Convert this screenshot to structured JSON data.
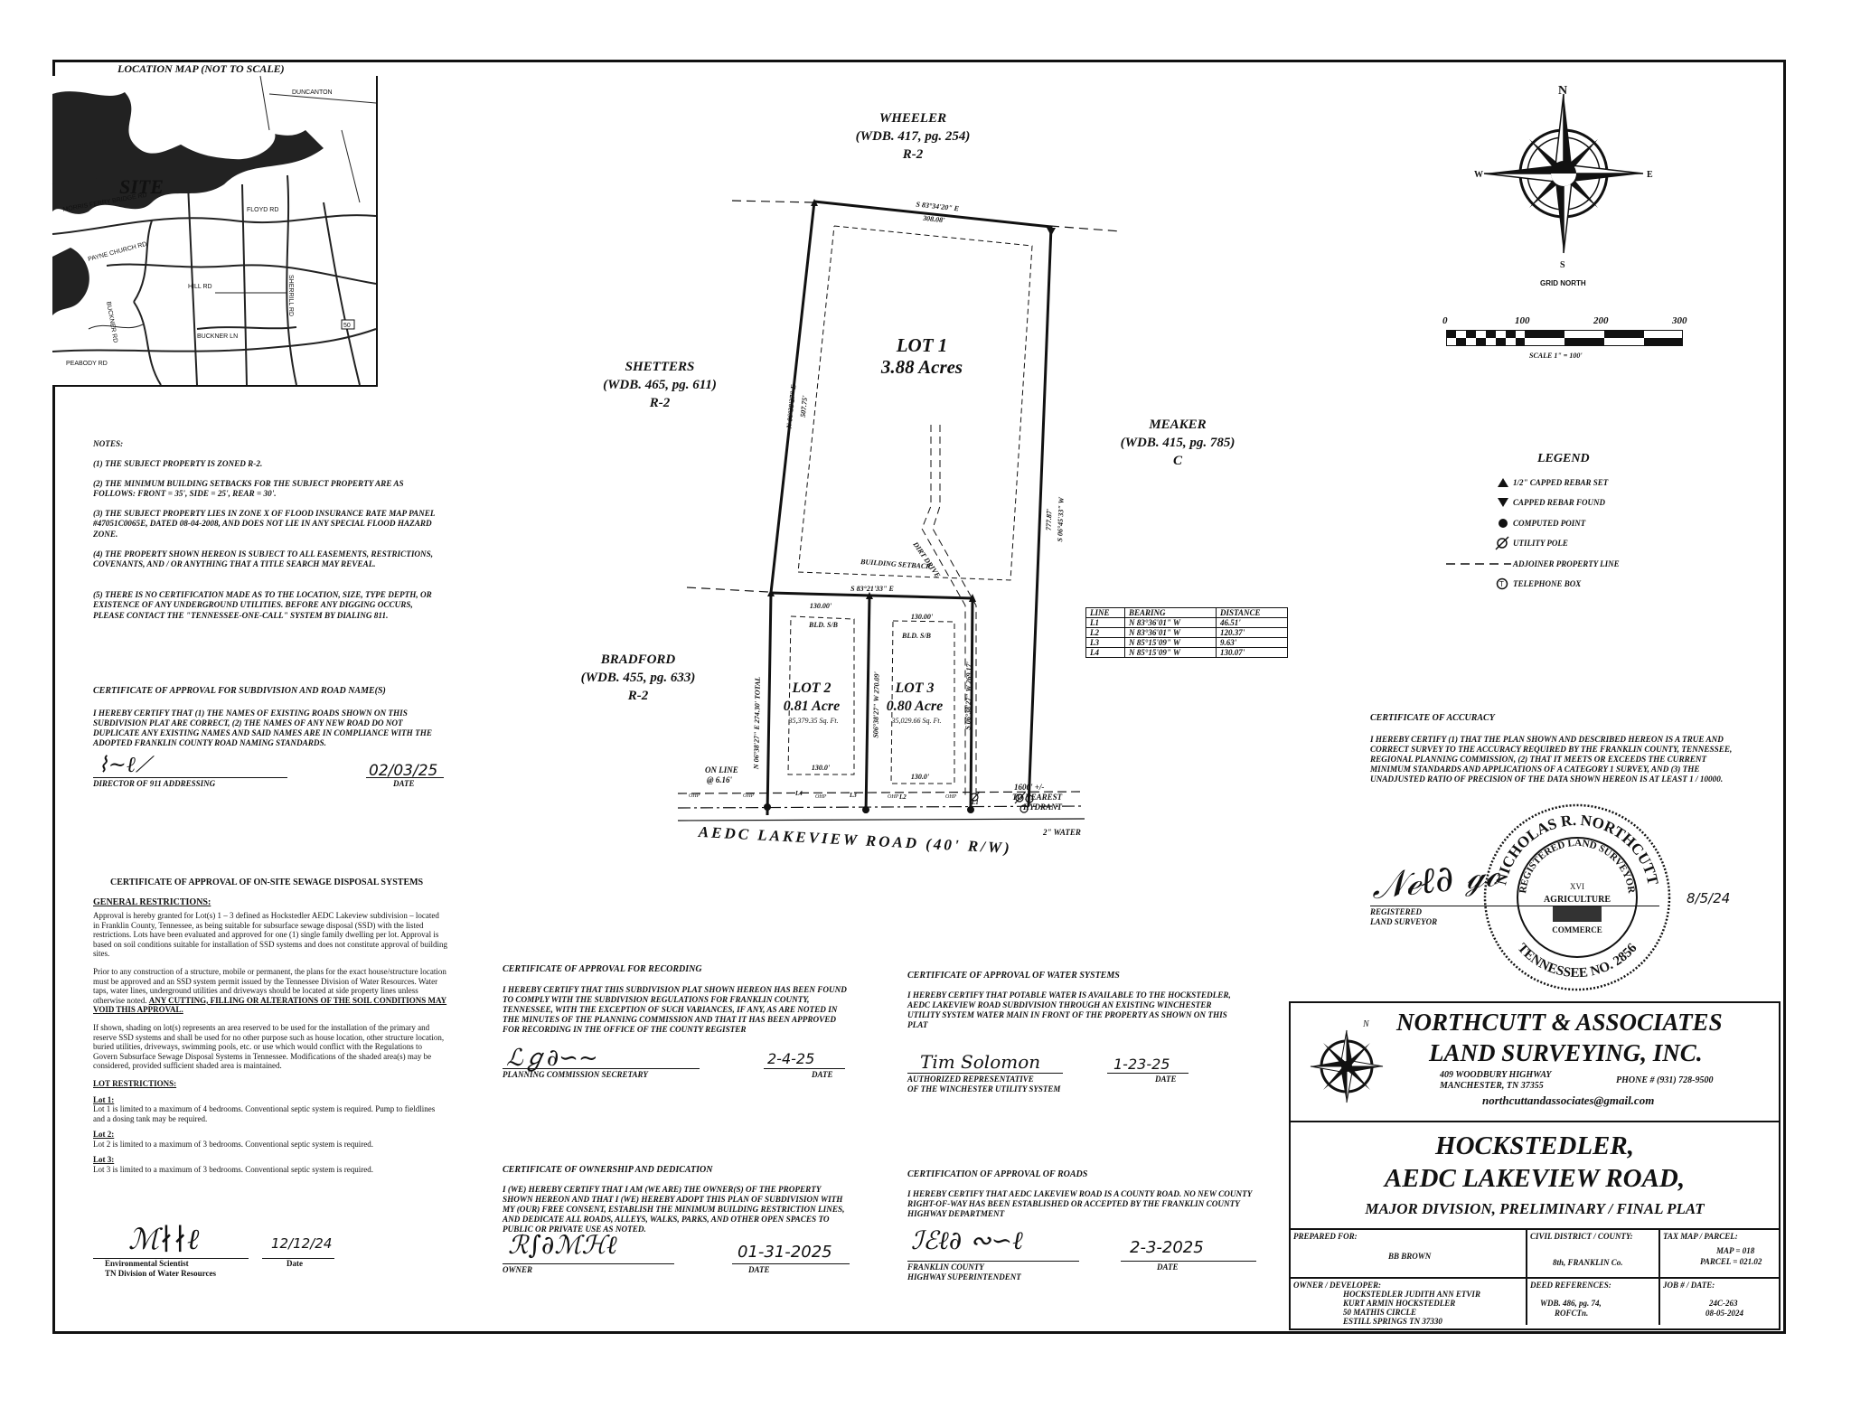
{
  "location_map": {
    "title": "LOCATION MAP (NOT TO SCALE)",
    "site_label": "SITE",
    "roads": [
      "DUNCANTON",
      "MORRIS FERRY BRIDGE RD",
      "FLOYD RD",
      "PAYNE CHURCH RD",
      "HILL RD",
      "BUCKNER LN",
      "PEABODY RD",
      "SHERRILL RD",
      "BUCKNER RD",
      "50"
    ]
  },
  "notes": {
    "heading": "NOTES:",
    "items": [
      "(1)  THE SUBJECT PROPERTY IS ZONED R-2.",
      "(2)  THE MINIMUM BUILDING SETBACKS FOR THE SUBJECT PROPERTY ARE AS FOLLOWS:  FRONT = 35', SIDE = 25', REAR = 30'.",
      "(3)  THE SUBJECT PROPERTY LIES IN ZONE X OF FLOOD INSURANCE RATE MAP PANEL #47051C0065E, DATED 08-04-2008, AND DOES NOT LIE IN ANY SPECIAL FLOOD HAZARD ZONE.",
      "(4)  THE PROPERTY SHOWN HEREON IS SUBJECT TO ALL EASEMENTS, RESTRICTIONS, COVENANTS, AND / OR ANYTHING THAT A TITLE SEARCH MAY REVEAL.",
      "(5)  THERE IS NO CERTIFICATION MADE AS TO THE LOCATION, SIZE, TYPE DEPTH, OR EXISTENCE OF ANY UNDERGROUND UTILITIES.  BEFORE ANY DIGGING OCCURS, PLEASE CONTACT THE \"TENNESSEE-ONE-CALL\" SYSTEM BY DIALING 811."
    ]
  },
  "cert_road_names": {
    "title": "CERTIFICATE OF APPROVAL FOR SUBDIVISION AND ROAD NAME(S)",
    "body": "I HEREBY CERTIFY THAT (1) THE NAMES OF EXISTING ROADS SHOWN ON THIS SUBDIVISION PLAT ARE CORRECT, (2) THE NAMES OF ANY NEW ROAD DO NOT DUPLICATE ANY EXISTING NAMES AND SAID NAMES ARE IN COMPLIANCE WITH THE ADOPTED FRANKLIN COUNTY ROAD NAMING STANDARDS.",
    "date_value": "02/03/25",
    "sig_label": "DIRECTOR OF 911 ADDRESSING",
    "date_label": "DATE"
  },
  "cert_sewage": {
    "title": "CERTIFICATE OF APPROVAL OF ON-SITE SEWAGE DISPOSAL SYSTEMS",
    "general_heading": "GENERAL RESTRICTIONS:",
    "p1": "Approval is hereby granted for Lot(s) 1 – 3 defined as Hockstedler AEDC Lakeview subdivision – located in Franklin County, Tennessee, as being suitable for subsurface sewage disposal (SSD) with the listed restrictions. Lots have been evaluated and approved for one (1) single family dwelling per lot. Approval is based on soil conditions suitable for installation of SSD systems and does not constitute approval of building sites.",
    "p2a": "Prior to any construction of a structure, mobile or permanent, the plans for the exact house/structure location must be approved and an SSD system permit issued by the Tennessee Division of Water Resources. Water taps, water lines, underground utilities and driveways should be located at side property lines unless otherwise noted.",
    "p2b": "ANY CUTTING, FILLING OR ALTERATIONS OF THE SOIL CONDITIONS MAY VOID THIS APPROVAL.",
    "p3": "If shown, shading on lot(s) represents an area reserved to be used for the installation of the primary and reserve SSD systems and shall be used for no other purpose such as house location, other structure location, buried utilities, driveways, swimming pools, etc. or use which would conflict with the Regulations to Govern Subsurface Sewage Disposal Systems in Tennessee. Modifications of the shaded area(s) may be considered, provided sufficient shaded area is maintained.",
    "lot_heading": "LOT RESTRICTIONS:",
    "lots": [
      {
        "name": "Lot 1:",
        "text": "Lot 1 is limited to a maximum of 4 bedrooms. Conventional septic system is required.  Pump to fieldlines and a dosing tank may be required."
      },
      {
        "name": "Lot 2:",
        "text": "Lot 2 is limited to a maximum of 3 bedrooms. Conventional septic system is required."
      },
      {
        "name": "Lot 3:",
        "text": "Lot 3 is limited to a maximum of 3 bedrooms. Conventional septic system is required."
      }
    ],
    "date_value": "12/12/24",
    "sig_label": "Environmental Scientist",
    "sig_label2": "TN Division of Water Resources",
    "date_label": "Date"
  },
  "cert_recording": {
    "title": "CERTIFICATE OF APPROVAL FOR RECORDING",
    "body": "I HEREBY CERTIFY THAT THIS SUBDIVISION PLAT SHOWN HEREON HAS BEEN FOUND TO COMPLY WITH THE SUBDIVISION REGULATIONS FOR FRANKLIN COUNTY, TENNESSEE, WITH THE EXCEPTION OF SUCH VARIANCES, IF ANY, AS ARE NOTED IN THE MINUTES OF THE PLANNING COMMISSION AND THAT IT HAS BEEN APPROVED FOR RECORDING IN THE OFFICE OF THE COUNTY REGISTER",
    "date_value": "2-4-25",
    "sig_label": "PLANNING COMMISSION SECRETARY",
    "date_label": "DATE"
  },
  "cert_water": {
    "title": "CERTIFICATE OF APPROVAL OF WATER SYSTEMS",
    "body": "I HEREBY CERTIFY THAT POTABLE WATER IS AVAILABLE TO THE HOCKSTEDLER, AEDC LAKEVIEW ROAD SUBDIVISION THROUGH AN EXISTING WINCHESTER UTILITY SYSTEM WATER MAIN IN FRONT OF THE PROPERTY AS SHOWN ON THIS PLAT",
    "sig_text": "Tim Solomon",
    "date_value": "1-23-25",
    "sig_label": "AUTHORIZED REPRESENTATIVE",
    "sig_label2": "OF THE WINCHESTER UTILITY SYSTEM",
    "date_label": "DATE"
  },
  "cert_ownership": {
    "title": "CERTIFICATE OF OWNERSHIP AND DEDICATION",
    "body": "I (WE) HEREBY CERTIFY THAT I AM (WE ARE) THE OWNER(S) OF THE PROPERTY SHOWN HEREON AND THAT I (WE) HEREBY ADOPT THIS PLAN OF SUBDIVISION WITH MY (OUR) FREE CONSENT, ESTABLISH THE MINIMUM BUILDING RESTRICTION LINES, AND DEDICATE ALL ROADS, ALLEYS, WALKS, PARKS, AND OTHER OPEN SPACES TO PUBLIC OR PRIVATE USE AS NOTED.",
    "date_value": "01-31-2025",
    "sig_label": "OWNER",
    "date_label": "DATE"
  },
  "cert_roads": {
    "title": "CERTIFICATION OF APPROVAL OF ROADS",
    "body": "I HEREBY CERTIFY THAT AEDC LAKEVIEW ROAD IS A COUNTY ROAD. NO NEW COUNTY RIGHT-OF-WAY HAS BEEN ESTABLISHED OR ACCEPTED BY THE FRANKLIN COUNTY HIGHWAY DEPARTMENT",
    "date_value": "2-3-2025",
    "sig_label": "FRANKLIN COUNTY",
    "sig_label2": "HIGHWAY SUPERINTENDENT",
    "date_label": "DATE"
  },
  "cert_accuracy": {
    "title": "CERTIFICATE OF ACCURACY",
    "body": "I HEREBY CERTIFY (1) THAT THE PLAN SHOWN AND DESCRIBED HEREON IS A TRUE AND CORRECT SURVEY TO THE ACCURACY REQUIRED BY THE FRANKLIN COUNTY, TENNESSEE, REGIONAL PLANNING COMMISSION, (2) THAT IT MEETS OR EXCEEDS THE CURRENT MINIMUM STANDARDS AND APPLICATIONS OF A CATEGORY 1 SURVEY, AND (3) THE UNADJUSTED RATIO OF PRECISION OF THE DATA SHOWN HEREON IS AT LEAST 1 / 10000.",
    "sig_label": "REGISTERED",
    "sig_label2": "LAND SURVEYOR",
    "date_value": "8/5/24",
    "seal_top": "NICHOLAS R. NORTHCUTT",
    "seal_ring": "REGISTERED LAND SURVEYOR",
    "seal_center": "AGRICULTURE",
    "seal_center2": "COMMERCE",
    "seal_bottom": "TENNESSEE NO. 2856",
    "seal_num": "XVI"
  },
  "compass": {
    "n": "N",
    "s": "S",
    "e": "E",
    "w": "W",
    "caption": "GRID NORTH"
  },
  "scale_bar": {
    "ticks": [
      "0",
      "100",
      "200",
      "300"
    ],
    "caption": "SCALE 1\" = 100'"
  },
  "legend": {
    "title": "LEGEND",
    "items": [
      {
        "icon": "triangle-up",
        "text": "1/2\" CAPPED REBAR SET"
      },
      {
        "icon": "triangle-down",
        "text": "CAPPED REBAR FOUND"
      },
      {
        "icon": "dot",
        "text": "COMPUTED POINT"
      },
      {
        "icon": "utility-pole",
        "text": "UTILITY POLE"
      },
      {
        "icon": "dashed-line",
        "text": "ADJOINER PROPERTY LINE"
      },
      {
        "icon": "telephone-box",
        "text": "TELEPHONE BOX"
      }
    ]
  },
  "line_table": {
    "headers": [
      "LINE",
      "BEARING",
      "DISTANCE"
    ],
    "rows": [
      [
        "L1",
        "N 83°36'01\" W",
        "46.51'"
      ],
      [
        "L2",
        "N 83°36'01\" W",
        "120.37'"
      ],
      [
        "L3",
        "N 85°15'09\" W",
        "9.63'"
      ],
      [
        "L4",
        "N 85°15'09\" W",
        "130.07'"
      ]
    ]
  },
  "plat": {
    "wheeler": [
      "WHEELER",
      "(WDB. 417, pg. 254)",
      "R-2"
    ],
    "shetters": [
      "SHETTERS",
      "(WDB. 465, pg. 611)",
      "R-2"
    ],
    "meaker": [
      "MEAKER",
      "(WDB. 415, pg. 785)",
      "C"
    ],
    "bradford": [
      "BRADFORD",
      "(WDB. 455, pg. 633)",
      "R-2"
    ],
    "lot1": [
      "LOT 1",
      "3.88 Acres"
    ],
    "lot2": [
      "LOT 2",
      "0.81 Acre",
      "35,379.35 Sq. Ft."
    ],
    "lot3": [
      "LOT 3",
      "0.80 Acre",
      "35,029.66 Sq. Ft."
    ],
    "top_bearing": "S 83°34'20\" E",
    "top_distance": "308.08'",
    "west_bearing": "N 06°38'27\" E",
    "west_distance": "507.75'",
    "east_bearing": "S 06°45'33\" W",
    "east_distance": "777.87'",
    "mid_bearing": "S 83°21'33\" E",
    "lot2_top": "130.00'",
    "lot3_top": "130.00'",
    "lot2_west": "N 06°38'27\" E  274.30' TOTAL",
    "lot2_east": "S06°38'27\" W  270.09'",
    "lot3_east": "S 06°38'27\" W  269.17'",
    "bld_sb": "BLD. S/B",
    "lot_front": "130.0'",
    "building_setback": "BUILDING SETBACK",
    "dirt_drive": "DIRT DRIVE",
    "on_line": [
      "ON LINE",
      "@ 6.16'"
    ],
    "hydrant": [
      "1600' +/-",
      "TO NEAREST",
      "HYDRANT"
    ],
    "water": "2\" WATER",
    "road_name": "AEDC  LAKEVIEW  ROAD  (40' R/W)",
    "segments": [
      "L4",
      "L3",
      "L2",
      "L1"
    ],
    "ohp": "OHP"
  },
  "title_block": {
    "firm": "NORTHCUTT & ASSOCIATES",
    "firm2": "LAND SURVEYING, INC.",
    "address1": "409 WOODBURY HIGHWAY",
    "address2": "MANCHESTER,  TN  37355",
    "phone": "PHONE # (931)  728-9500",
    "email": "northcuttandassociates@gmail.com",
    "project1": "HOCKSTEDLER,",
    "project2": "AEDC LAKEVIEW ROAD,",
    "project3": "MAJOR DIVISION, PRELIMINARY / FINAL PLAT",
    "prepared_for_label": "PREPARED FOR:",
    "prepared_for": "BB BROWN",
    "district_label": "CIVIL DISTRICT / COUNTY:",
    "district": "8th, FRANKLIN Co.",
    "taxmap_label": "TAX MAP / PARCEL:",
    "map": "MAP = 018",
    "parcel": "PARCEL = 021.02",
    "owner_label": "OWNER / DEVELOPER:",
    "owner1": "HOCKSTEDLER JUDITH ANN ETVIR",
    "owner2": "KURT ARMIN HOCKSTEDLER",
    "owner3": "50 MATHIS CIRCLE",
    "owner4": "ESTILL SPRINGS TN 37330",
    "deed_label": "DEED REFERENCES:",
    "deed": "WDB. 486, pg. 74,",
    "deed2": "ROFCTn.",
    "job_label": "JOB # / DATE:",
    "job": "24C-263",
    "job_date": "08-05-2024",
    "logo_n": "N"
  }
}
